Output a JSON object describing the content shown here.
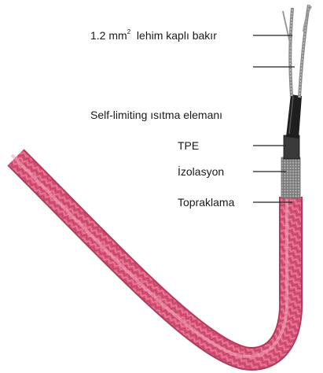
{
  "labels": {
    "conductor_text": "1.2 mm",
    "conductor_sup": "2",
    "conductor_rest": "lehim kaplı bakır",
    "heating_element": "Self-limiting ısıtma elemanı",
    "tpe": "TPE",
    "insulation": "İzolasyon",
    "grounding": "Topraklama"
  },
  "colors": {
    "jacket": "#d9577a",
    "jacket_dark": "#b33a5c",
    "braid": "#8c8c8c",
    "core": "#222222",
    "tpe": "#3a3a3a",
    "leader": "#222222"
  }
}
